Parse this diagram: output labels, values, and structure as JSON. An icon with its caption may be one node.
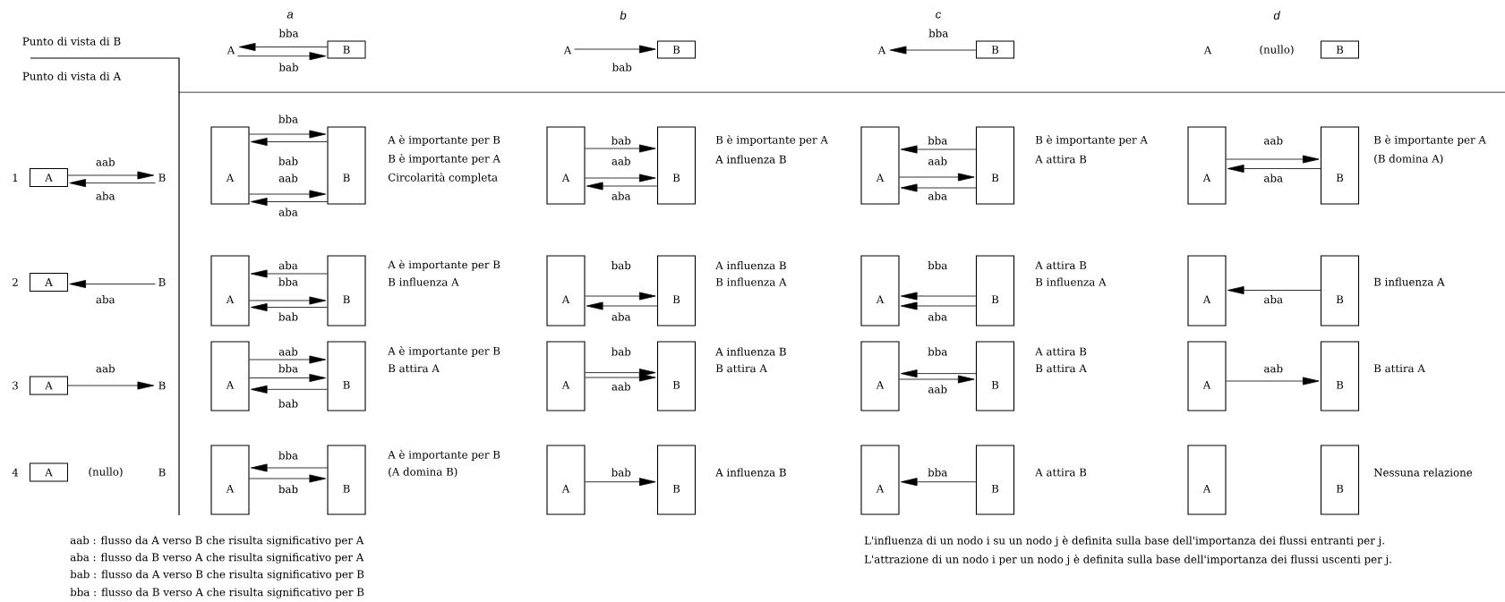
{
  "diagram": {
    "nodes": [
      {
        "text": [
          "A"
        ]
      },
      {
        "text": [
          "B"
        ]
      },
      {
        "text": [
          "A"
        ]
      },
      {
        "text": [
          "B"
        ]
      },
      {
        "text": [
          "A"
        ]
      },
      {
        "text": [
          "B"
        ]
      },
      {
        "text": [
          "A"
        ]
      },
      {
        "text": [
          "B"
        ]
      },
      {
        "text": [
          "A"
        ]
      },
      {
        "text": [
          "B"
        ]
      },
      {
        "text": [
          "A"
        ]
      },
      {
        "text": [
          "B"
        ]
      },
      {
        "text": [
          "A"
        ]
      },
      {
        "text": [
          "B"
        ]
      },
      {
        "text": [
          "A"
        ]
      },
      {
        "text": [
          "B"
        ]
      },
      {
        "text": [
          "A"
        ]
      },
      {
        "text": [
          "B"
        ],
        "beside": [
          "A è importante per B",
          "B è importante per A",
          "Circolarità completa"
        ]
      },
      {
        "text": [
          "A"
        ]
      },
      {
        "text": [
          "B"
        ],
        "beside": [
          "B è importante per A",
          "A influenza B"
        ]
      },
      {
        "text": [
          "A"
        ]
      },
      {
        "text": [
          "B"
        ],
        "beside": [
          "B è importante per A",
          "A attira B"
        ]
      },
      {
        "text": [
          "A"
        ]
      },
      {
        "text": [
          "B"
        ],
        "beside": [
          "B è importante per A",
          "(B domina A)"
        ]
      },
      {
        "text": [
          "A"
        ]
      },
      {
        "text": [
          "B"
        ],
        "beside": [
          "A è importante per B",
          "B influenza A"
        ]
      },
      {
        "text": [
          "A"
        ]
      },
      {
        "text": [
          "B"
        ],
        "beside": [
          "A influenza B",
          "B influenza A"
        ]
      },
      {
        "text": [
          "A"
        ]
      },
      {
        "text": [
          "B"
        ],
        "beside": [
          "A attira B",
          "B influenza A"
        ]
      },
      {
        "text": [
          "A"
        ]
      },
      {
        "text": [
          "B"
        ],
        "beside": [
          "B influenza A"
        ]
      },
      {
        "text": [
          "A"
        ]
      },
      {
        "text": [
          "B"
        ],
        "beside": [
          "A è importante per B",
          "B attira A"
        ]
      },
      {
        "text": [
          "A"
        ]
      },
      {
        "text": [
          "B"
        ],
        "beside": [
          "A influenza B",
          "B attira A"
        ]
      },
      {
        "text": [
          "A"
        ]
      },
      {
        "text": [
          "B"
        ],
        "beside": [
          "A attira B",
          "B attira A"
        ]
      },
      {
        "text": [
          "A"
        ]
      },
      {
        "text": [
          "B"
        ],
        "beside": [
          "B attira A"
        ]
      },
      {
        "text": [
          "A"
        ]
      },
      {
        "text": [
          "B"
        ],
        "beside": [
          "A è importante per B",
          "(A domina B)"
        ]
      },
      {
        "text": [
          "A"
        ]
      },
      {
        "text": [
          "B"
        ],
        "beside": [
          "A influenza B"
        ]
      },
      {
        "text": [
          "A"
        ]
      },
      {
        "text": [
          "B"
        ],
        "beside": [
          "A attira B"
        ]
      },
      {
        "text": [
          "A"
        ]
      },
      {
        "text": [
          "B"
        ],
        "beside": [
          "Nessuna relazione"
        ]
      }
    ],
    "edges": [
      {
        "from": 1,
        "to": 0,
        "arrow": "to",
        "label": "bba"
      },
      {
        "from": 0,
        "to": 1,
        "arrow": "to",
        "label": "bab"
      },
      {
        "from": 2,
        "to": 3,
        "arrow": "to",
        "label": "bab"
      },
      {
        "from": 5,
        "to": 4,
        "arrow": "to",
        "label": "bba"
      },
      {
        "from": 8,
        "to": 9,
        "arrow": "to",
        "label": "aab"
      },
      {
        "from": 9,
        "to": 8,
        "arrow": "to",
        "label": "aba"
      },
      {
        "from": 11,
        "to": 10,
        "arrow": "to",
        "label": "aba"
      },
      {
        "from": 12,
        "to": 13,
        "arrow": "to",
        "label": "aab"
      },
      {
        "from": 16,
        "to": 17,
        "arrow": "to",
        "label": "bba"
      },
      {
        "from": 17,
        "to": 16,
        "arrow": "to",
        "label": "bab"
      },
      {
        "from": 16,
        "to": 17,
        "arrow": "to",
        "label": "aab"
      },
      {
        "from": 17,
        "to": 16,
        "arrow": "to",
        "label": "aba"
      },
      {
        "from": 18,
        "to": 19,
        "arrow": "to",
        "label": "bab"
      },
      {
        "from": 18,
        "to": 19,
        "arrow": "to",
        "label": "aab"
      },
      {
        "from": 19,
        "to": 18,
        "arrow": "to",
        "label": "aba"
      },
      {
        "from": 21,
        "to": 20,
        "arrow": "to",
        "label": "bba"
      },
      {
        "from": 20,
        "to": 21,
        "arrow": "to",
        "label": "aab"
      },
      {
        "from": 21,
        "to": 20,
        "arrow": "to",
        "label": "aba"
      },
      {
        "from": 22,
        "to": 23,
        "arrow": "to",
        "label": "aab"
      },
      {
        "from": 23,
        "to": 22,
        "arrow": "to",
        "label": "aba"
      },
      {
        "from": 25,
        "to": 24,
        "arrow": "to",
        "label": "aba"
      },
      {
        "from": 24,
        "to": 25,
        "arrow": "to",
        "label": "bba"
      },
      {
        "from": 25,
        "to": 24,
        "arrow": "to",
        "label": "bab"
      },
      {
        "from": 26,
        "to": 27,
        "arrow": "to",
        "label": "bab"
      },
      {
        "from": 27,
        "to": 26,
        "arrow": "to",
        "label": "aba"
      },
      {
        "from": 29,
        "to": 28,
        "arrow": "to",
        "label": "bba"
      },
      {
        "from": 29,
        "to": 28,
        "arrow": "to",
        "label": "aba"
      },
      {
        "from": 31,
        "to": 30,
        "arrow": "to",
        "label": "aba"
      },
      {
        "from": 32,
        "to": 33,
        "arrow": "to",
        "label": "aab"
      },
      {
        "from": 32,
        "to": 33,
        "arrow": "to",
        "label": "bba"
      },
      {
        "from": 33,
        "to": 32,
        "arrow": "to",
        "label": "bab"
      },
      {
        "from": 34,
        "to": 35,
        "arrow": "to",
        "label": "bab"
      },
      {
        "from": 34,
        "to": 35,
        "arrow": "to",
        "label": "aab"
      },
      {
        "from": 37,
        "to": 36,
        "arrow": "to",
        "label": "bba"
      },
      {
        "from": 36,
        "to": 37,
        "arrow": "to",
        "label": "aab"
      },
      {
        "from": 38,
        "to": 39,
        "arrow": "to",
        "label": "aab"
      },
      {
        "from": 41,
        "to": 40,
        "arrow": "to",
        "label": "bba"
      },
      {
        "from": 40,
        "to": 41,
        "arrow": "to",
        "label": "bab"
      },
      {
        "from": 42,
        "to": 43,
        "arrow": "to",
        "label": "bab"
      },
      {
        "from": 45,
        "to": 44,
        "arrow": "to",
        "label": "bba"
      }
    ],
    "labels": [
      "Punto di vista di B",
      "a",
      "b",
      "c",
      "d",
      "(nullo)",
      "Punto di vista di A",
      "1",
      "2",
      "3",
      "4",
      "(nullo)",
      "aab : flusso da A verso B che risulta significativo per A",
      "aba : flusso da B verso A che risulta significativo per A",
      "bab : flusso da A verso B che risulta significativo per B",
      "bba : flusso da B verso A che risulta significativo per B",
      "L'influenza di un nodo i su un nodo j è definita sulla base dell'importanza dei flussi entranti per j.",
      "L'attrazione di un nodo i per un nodo j è definita sulla base dell'importanza dei flussi uscenti per j."
    ]
  }
}
